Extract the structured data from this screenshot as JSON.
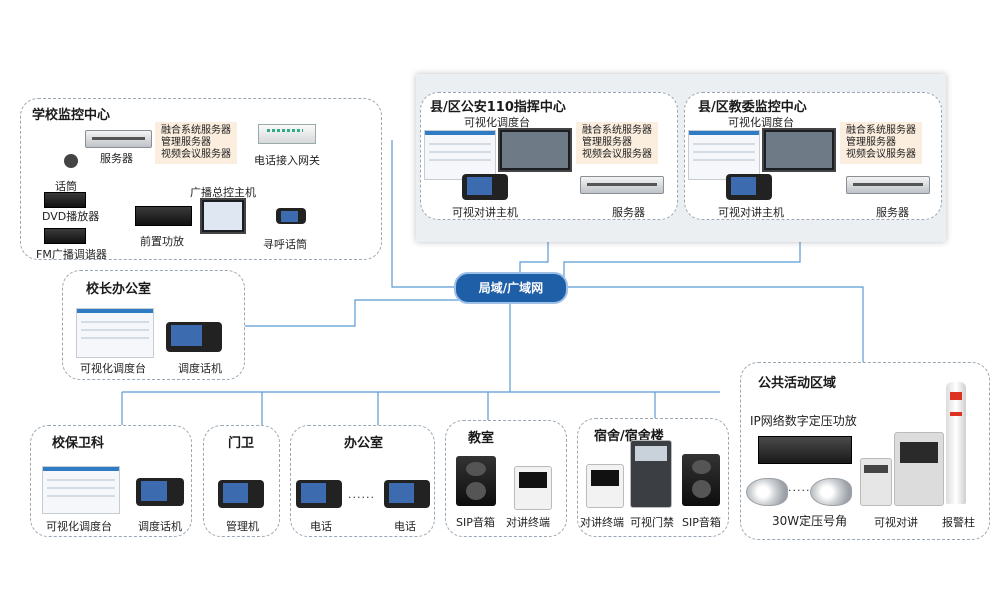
{
  "network_label": "局域/广域网",
  "school_center": {
    "title": "学校监控中心",
    "server": "服务器",
    "services": [
      "融合系统服务器",
      "管理服务器",
      "视频会议服务器"
    ],
    "gateway": "电话接入网关",
    "mic": "话筒",
    "dvd": "DVD播放器",
    "fm": "FM广播调谐器",
    "amp": "前置功放",
    "broadcast_host": "广播总控主机",
    "paging_mic": "寻呼话筒"
  },
  "police_center": {
    "title": "县/区公安110指挥中心",
    "console": "可视化调度台",
    "intercom_host": "可视对讲主机",
    "server": "服务器",
    "services": [
      "融合系统服务器",
      "管理服务器",
      "视频会议服务器"
    ]
  },
  "edu_center": {
    "title": "县/区教委监控中心",
    "console": "可视化调度台",
    "intercom_host": "可视对讲主机",
    "server": "服务器",
    "services": [
      "融合系统服务器",
      "管理服务器",
      "视频会议服务器"
    ]
  },
  "principal": {
    "title": "校长办公室",
    "console": "可视化调度台",
    "phone": "调度话机"
  },
  "security": {
    "title": "校保卫科",
    "console": "可视化调度台",
    "phone": "调度话机"
  },
  "gate": {
    "title": "门卫",
    "device": "管理机"
  },
  "office": {
    "title": "办公室",
    "phone1": "电话",
    "dots": "......",
    "phone2": "电话"
  },
  "classroom": {
    "title": "教室",
    "speaker": "SIP音箱",
    "terminal": "对讲终端"
  },
  "dorm": {
    "title": "宿舍/宿舍楼",
    "terminal": "对讲终端",
    "door": "可视门禁",
    "speaker": "SIP音箱"
  },
  "public": {
    "title": "公共活动区域",
    "amp": "IP网络数字定压功放",
    "horn": "30W定压号角",
    "intercom": "可视对讲",
    "alarm": "报警柱"
  }
}
